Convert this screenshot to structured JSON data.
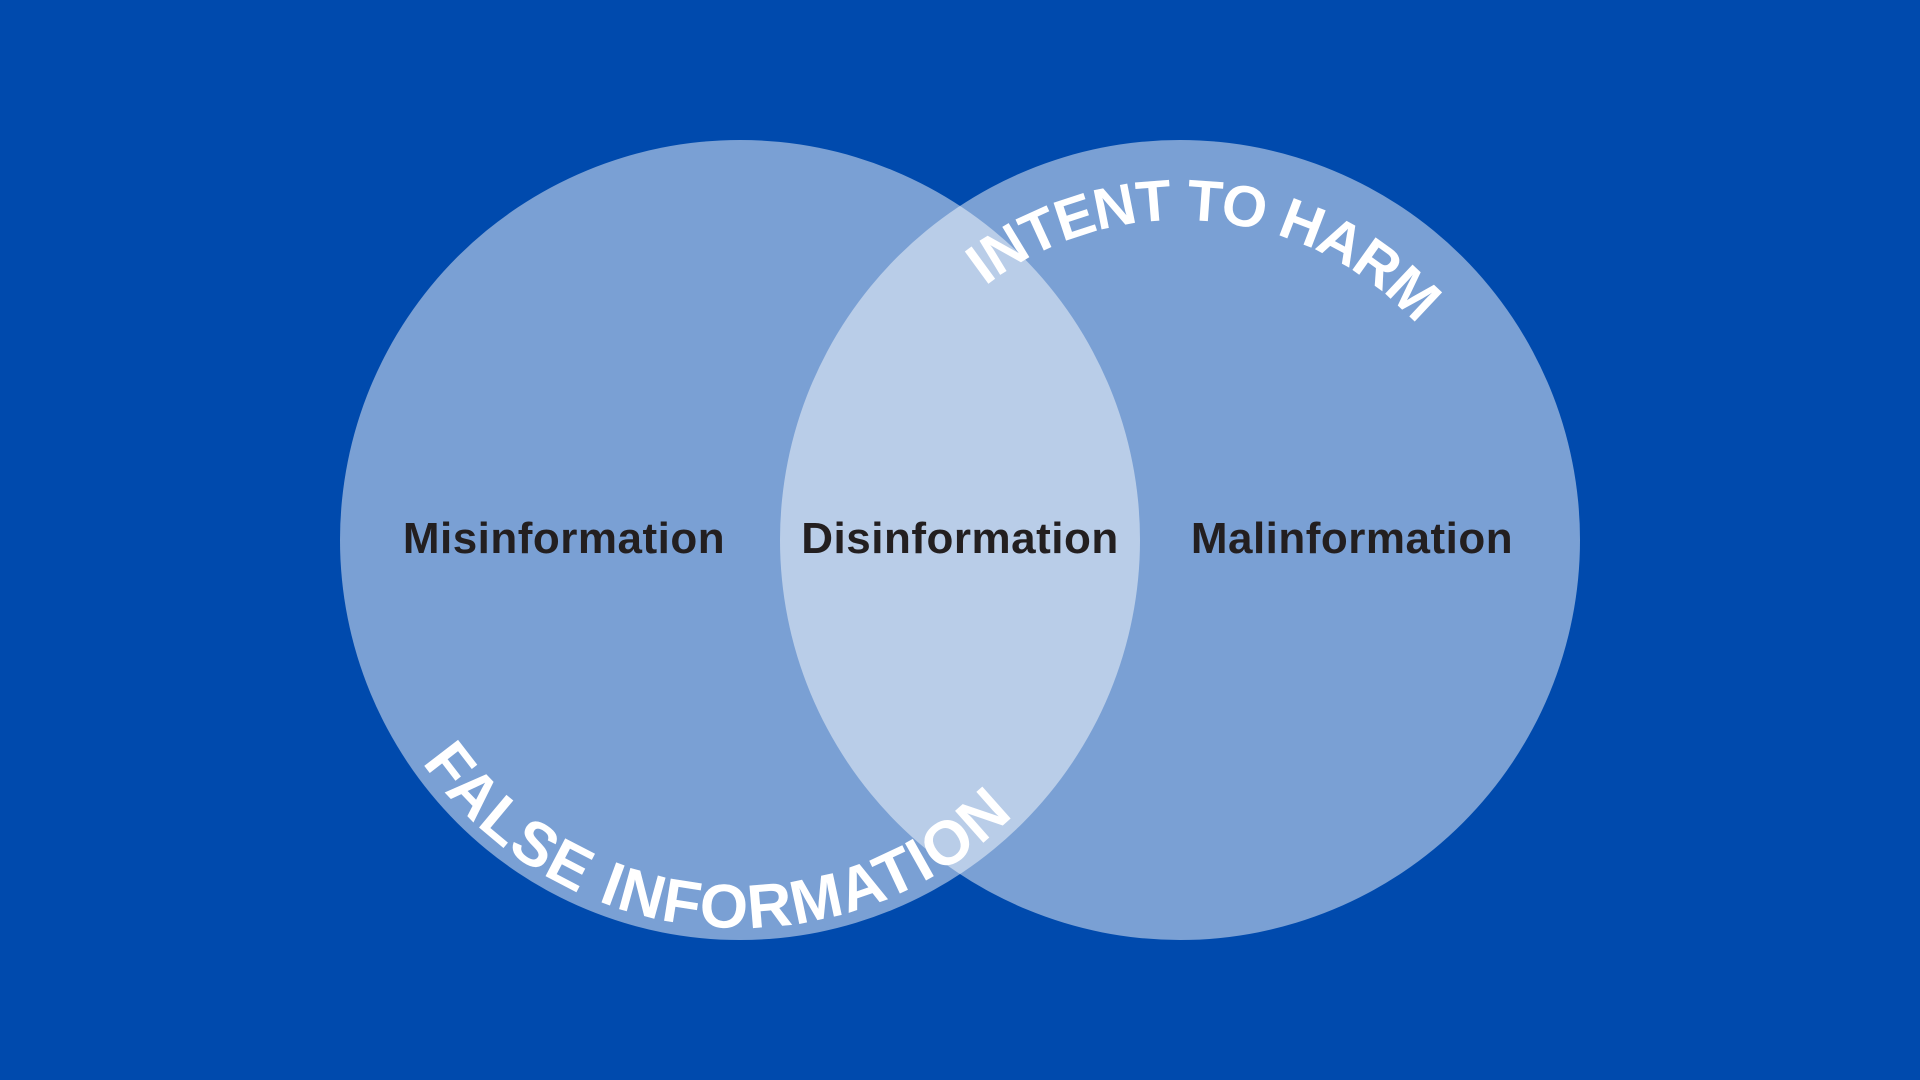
{
  "colors": {
    "background": "#004aad",
    "circle_overlay": "#ffffff",
    "circle_overlay_opacity": "0.48",
    "circle_resulting": "#7aa1d4",
    "overlap_resulting": "#bacee9",
    "label_dark": "#231f20",
    "label_light": "#ffffff"
  },
  "venn": {
    "left_circle": {
      "arc_label": "FALSE INFORMATION",
      "region_label": "Misinformation"
    },
    "overlap": {
      "region_label": "Disinformation"
    },
    "right_circle": {
      "arc_label": "INTENT TO HARM",
      "region_label": "Malinformation"
    }
  }
}
